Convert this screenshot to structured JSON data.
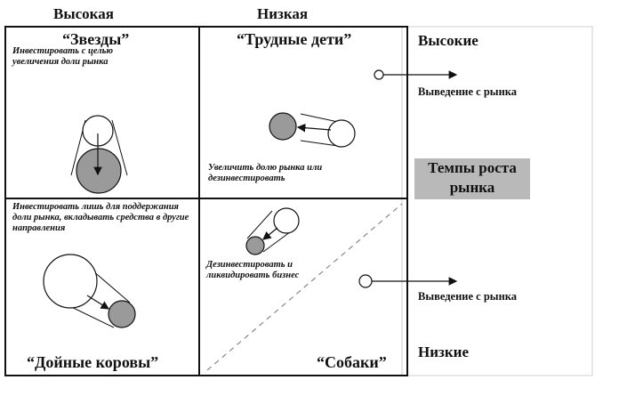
{
  "header": {
    "col_high": "Высокая",
    "col_low": "Низкая"
  },
  "quadrants": {
    "stars": {
      "title": "“Звезды”",
      "note": "Инвестировать с целью увеличения доли рынка"
    },
    "question": {
      "title": "“Трудные дети”",
      "note": "Увеличить долю рынка или дезинвестировать"
    },
    "cows": {
      "title": "“Дойные коровы”",
      "note": "Инвестировать лишь для поддержания доли рынка, вкладывать средства в другие направления"
    },
    "dogs": {
      "title": "“Собаки”",
      "note": "Дезинвестировать и ликвидировать бизнес"
    }
  },
  "side": {
    "high": "Высокие",
    "low": "Низкие",
    "axis_label": "Темпы роста рынка",
    "exit_top": "Выведение с рынка",
    "exit_bottom": "Выведение с рынка"
  },
  "colors": {
    "circle_fill": "#9a9a9a",
    "axis_box": "#b9b9b9"
  }
}
